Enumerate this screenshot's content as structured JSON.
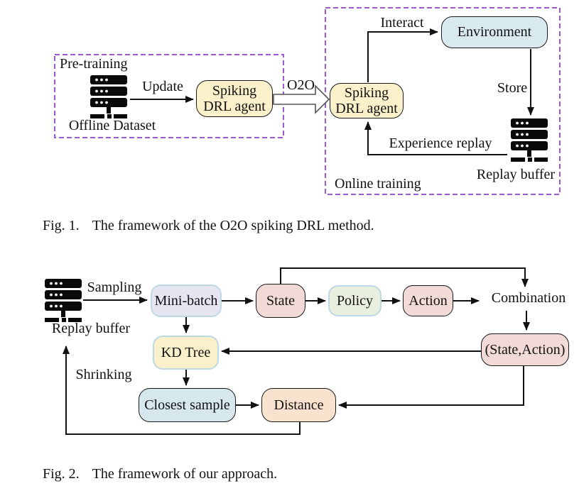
{
  "colors": {
    "dashed_frame_purple": "#9c59d2",
    "agent_cream": "#faf0ca",
    "environment_blue": "#d9eaf1",
    "closest_sample_blue": "#d7e7ee",
    "minibatch_lavender": "#e7e5f1",
    "state_pink": "#f2dad6",
    "policy_green": "#e9efdf",
    "distance_peach": "#f9e3cf",
    "soft_border_blue": "#bfd8e5",
    "line_black": "#111111"
  },
  "fig1": {
    "pretraining_title": "Pre-training",
    "offline_dataset_label": "Offline Dataset",
    "update_label": "Update",
    "agent_offline_label": "Spiking DRL agent",
    "o2o_label": "O2O",
    "online_title": "Online training",
    "agent_online_label": "Spiking DRL agent",
    "interact_label": "Interact",
    "environment_label": "Environment",
    "store_label": "Store",
    "replay_buffer_label": "Replay buffer",
    "experience_replay_label": "Experience replay",
    "caption_tag": "Fig. 1.",
    "caption_text": "The framework of the O2O spiking DRL method."
  },
  "fig2": {
    "replay_buffer_label": "Replay buffer",
    "sampling_label": "Sampling",
    "minibatch_label": "Mini-batch",
    "state_label": "State",
    "policy_label": "Policy",
    "action_label": "Action",
    "combination_label": "Combination",
    "state_action_label": "(State,Action)",
    "kdtree_label": "KD Tree",
    "closest_sample_label": "Closest sample",
    "distance_label": "Distance",
    "shrinking_label": "Shrinking",
    "caption_tag": "Fig. 2.",
    "caption_text": "The framework of our approach."
  }
}
